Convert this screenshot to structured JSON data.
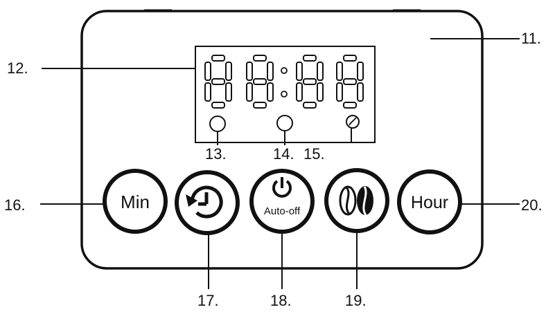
{
  "display": {
    "digits": [
      "8",
      "8",
      "8",
      "8"
    ]
  },
  "buttons": {
    "min": {
      "label": "Min",
      "icon": "text-min"
    },
    "program": {
      "icon": "clock-arrow-icon"
    },
    "auto_off": {
      "label": "Auto-off",
      "icon": "power-icon"
    },
    "strength": {
      "icon": "coffee-beans-icon"
    },
    "hour": {
      "label": "Hour",
      "icon": "text-hour"
    }
  },
  "callouts": {
    "c11": "11.",
    "c12": "12.",
    "c13": "13.",
    "c14": "14.",
    "c15": "15.",
    "c16": "16.",
    "c17": "17.",
    "c18": "18.",
    "c19": "19.",
    "c20": "20."
  },
  "colors": {
    "ink": "#111111",
    "background": "#ffffff"
  }
}
